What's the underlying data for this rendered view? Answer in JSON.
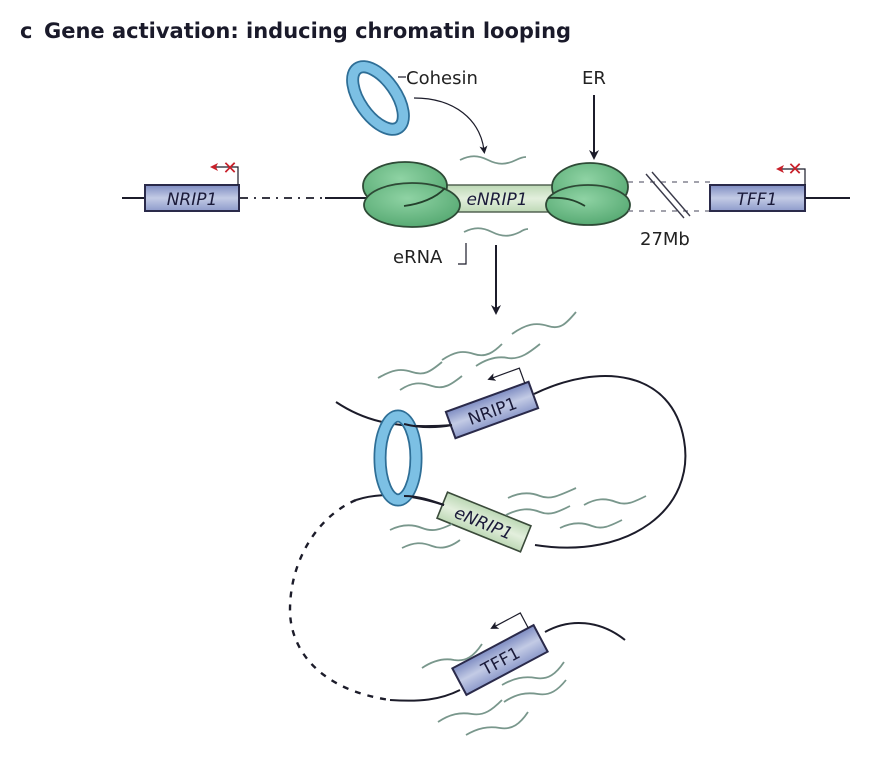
{
  "panel": {
    "letter": "c",
    "title": "Gene activation: inducing chromatin looping"
  },
  "top_state": {
    "labels": {
      "cohesin": "Cohesin",
      "er": "ER",
      "erna": "eRNA",
      "distance": "27Mb"
    },
    "genes": [
      {
        "id": "nrip1",
        "label": "NRIP1",
        "transcription": "blocked"
      },
      {
        "id": "enrip1",
        "label": "eNRIP1",
        "type": "enhancer"
      },
      {
        "id": "tff1",
        "label": "TFF1",
        "transcription": "blocked"
      }
    ],
    "blocked_mark": "✕"
  },
  "bottom_state": {
    "genes": [
      {
        "id": "nrip1",
        "label": "NRIP1",
        "transcription": "active"
      },
      {
        "id": "enrip1",
        "label": "eNRIP1",
        "type": "enhancer"
      },
      {
        "id": "tff1",
        "label": "TFF1",
        "transcription": "active"
      }
    ]
  },
  "colors": {
    "gene_fill_start": "#8f9ccc",
    "gene_fill_end": "#c6cfe6",
    "enhancer_fill": "#d5e6cf",
    "er_protein": "#6fbf8a",
    "er_protein_dark": "#4ea56c",
    "cohesin_ring": "#7cc0e4",
    "cohesin_edge": "#2e6e96",
    "rna": "#79978c",
    "blocked_x": "#c8202a",
    "dna": "#1c1c2a"
  }
}
